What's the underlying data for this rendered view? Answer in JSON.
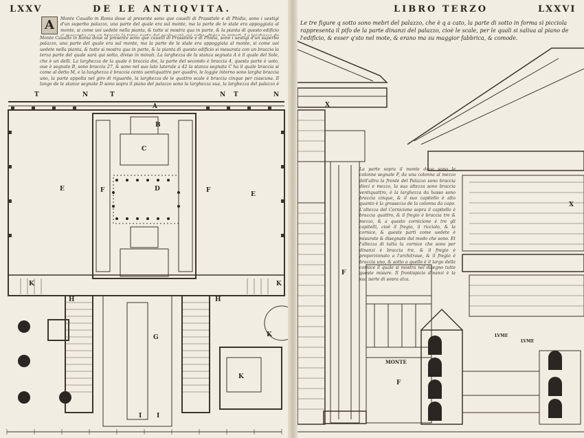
{
  "left_page": {
    "folio": "LXXV",
    "running_head": "DE LE ANTIQVITA.",
    "initial": "A",
    "text": "Monte Cauallo in Roma doue al presente sono que cauelli di Prassitele e di Phidia, sono i uestigi d'un superbo palazzo, una parte del quale era sul monte, ma la parte de le stale era appoggiata al monte, si come uoi uedete nella pianta, & tutte si mostra qua in parte, & la pianta di questo edificio si mesurata con un braccio la terza parte del quale sarà qui sotto, diviso in minuti. La larghezza de la stanza segnata A è il quale del Sole, che è un delli. La larghezza de la quale è braccia doi, la parte del secondo è braccia 4, questa parte è uoto, oue è segnato B, sono braccia 27, & sono nel suo lato laterale a 42 la stanza segnata C ha il quale braccia si come al detto M, e la lunghezza è braccia cento uentiquattro per quadro, le loggie intorno sono larghe braccia uno, la parte appolta nel giro di riguardo, la larghezza de le quattro scale è braccia cinque per ciascuna. Il lungo de le stanze segnate D sono sopra il piano del palazzo sono la larghezza sua, la larghezza del palazzo è braccia cinquanta sette.",
    "top_letters": [
      "T",
      "N",
      "T",
      "N",
      "T",
      "N"
    ],
    "plan_labels": {
      "A": "A",
      "B": "B",
      "C": "C",
      "D": "D",
      "E1": "E",
      "E2": "E",
      "F1": "F",
      "F2": "F",
      "G": "G",
      "H1": "H",
      "H2": "H",
      "I1": "I",
      "I2": "I",
      "K1": "K",
      "K2": "K",
      "K3": "K",
      "K4": "K"
    }
  },
  "right_page": {
    "folio": "LXXVI",
    "running_head": "LIBRO TERZO",
    "caption": "Le tre figure q sotto sono mebri del palazzo, che è q a cato, la parte di sotto in forma sì picciola rappresenta il pifo de la parte dinanzi del palazzo, cioè le scale, per le quali si saliua al piano de l'edificio, & esser q'sto nel mote, & erano ma su maggior fabbrica, & comode.",
    "text": "La parte sopra il monte doue sono le colonne segnate F, da una colonna al mezzo dell'altra la fronte del Palazzo sono braccia dieci e mezzo, la sua altezza sono braccia ventiquattro, è la larghezza da basso sono braccia cinque, & il suo capitello è alto quanto è la grossezza de la colonna da capo. L'altezza del Cornicione sopra il capitello è braccia quattro, & il fregio è braccia tre & mezzo, & a questo cornicione è tre gli capitelli, cioè il fregio, il ricciolo, & la cornice, & queste parti come uedete è misurate & disegnate dal modo che sono. Et l'altezza di tutta la cornice che sono per dinanzi è braccia tre, & il fregio è proporzionato a l'architraue, & il fregio è braccia uno, & sotto a quello è il largo della cornice il quale si mostra nel disegno tutte queste misure. Il frontispicio dinanzi è la sua parte di sopra alza.",
    "labels": {
      "X1": "X",
      "X2": "X",
      "F1": "F",
      "F2": "F",
      "lume1": "LVME",
      "lume2": "LVME",
      "monte": "MONTE"
    }
  },
  "colors": {
    "paper": "#f2ede2",
    "ink": "#2b2621",
    "hatch": "#5a5047"
  }
}
